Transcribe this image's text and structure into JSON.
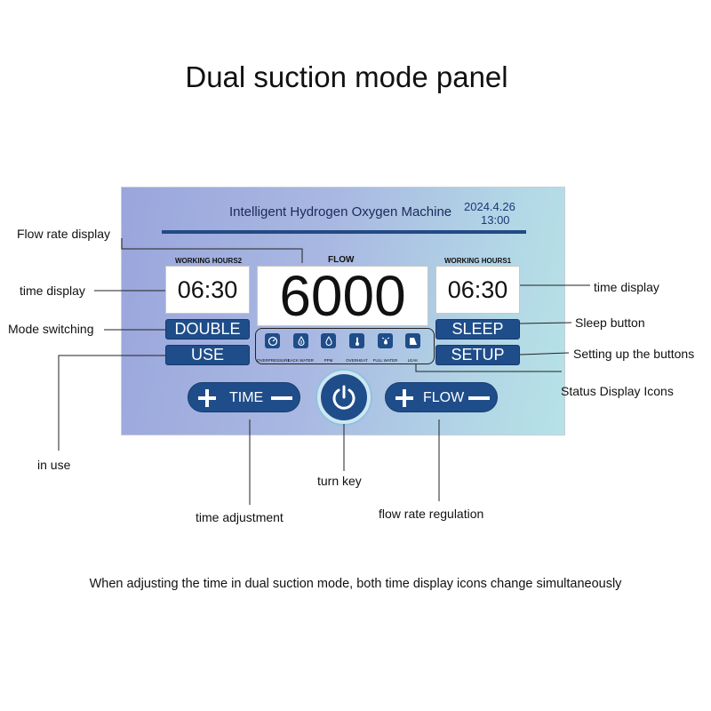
{
  "title": "Dual suction mode panel",
  "caption": "When adjusting the time in dual suction mode, both time display icons change simultaneously",
  "panel": {
    "machine_name": "Intelligent Hydrogen Oxygen Machine",
    "date": "2024.4.26",
    "time": "13:00",
    "working_hours_2_label": "WORKING HOURS2",
    "working_hours_1_label": "WORKING HOURS1",
    "flow_label": "FLOW",
    "time_left": "06:30",
    "time_right": "06:30",
    "flow_value": "6000",
    "buttons": {
      "double": "DOUBLE",
      "use": "USE",
      "sleep": "SLEEP",
      "setup": "SETUP",
      "time": "TIME",
      "flow": "FLOW"
    },
    "status_icons": [
      {
        "label": "OVERPRESSURE",
        "icon": "gauge-icon"
      },
      {
        "label": "LACK WATER",
        "icon": "water-drop-icon"
      },
      {
        "label": "PPM",
        "icon": "drop-outline-icon"
      },
      {
        "label": "OVERHEAT",
        "icon": "thermometer-icon"
      },
      {
        "label": "FULL WATER",
        "icon": "full-water-icon"
      },
      {
        "label": "LEAK",
        "icon": "leak-icon"
      }
    ]
  },
  "callouts": {
    "flow_rate_display": "Flow rate display",
    "time_display_left": "time display",
    "time_display_right": "time display",
    "mode_switching": "Mode switching",
    "sleep_button": "Sleep button",
    "setting_buttons": "Setting up the buttons",
    "status_icons": "Status Display Icons",
    "in_use": "in use",
    "turn_key": "turn key",
    "time_adjustment": "time adjustment",
    "flow_rate_regulation": "flow rate regulation"
  }
}
